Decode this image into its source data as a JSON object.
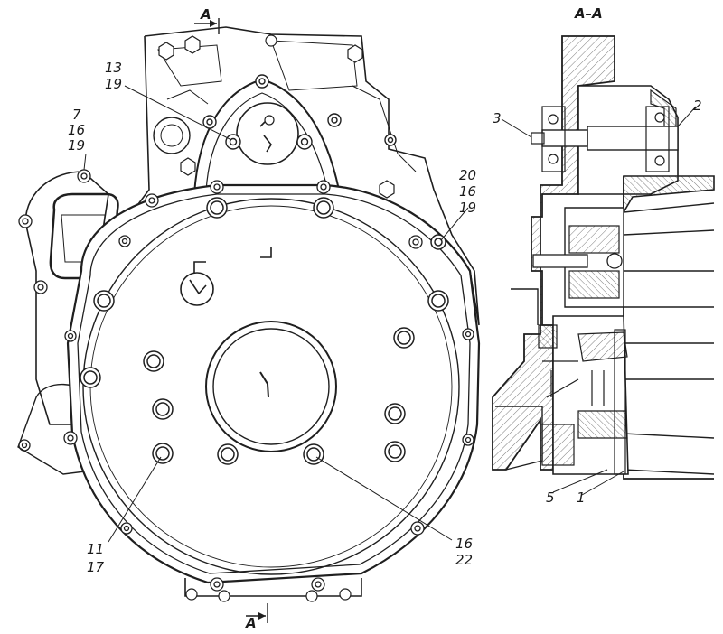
{
  "section_markers": {
    "top_left": "A",
    "bottom": "A",
    "section_view_title": "A–A"
  },
  "callouts": {
    "c_13_19": [
      "13",
      "19"
    ],
    "c_7_16_19": [
      "7",
      "16",
      "19"
    ],
    "c_20_16_19": [
      "20",
      "16",
      "19"
    ],
    "c_11_17": [
      "11",
      "17"
    ],
    "c_16_22": [
      "16",
      "22"
    ],
    "c_3": [
      "3"
    ],
    "c_2": [
      "2"
    ],
    "c_5": [
      "5"
    ],
    "c_1": [
      "1"
    ]
  },
  "colors": {
    "ink": "#1f1f1f",
    "paper": "#ffffff",
    "shade": "#cfcfcf"
  }
}
